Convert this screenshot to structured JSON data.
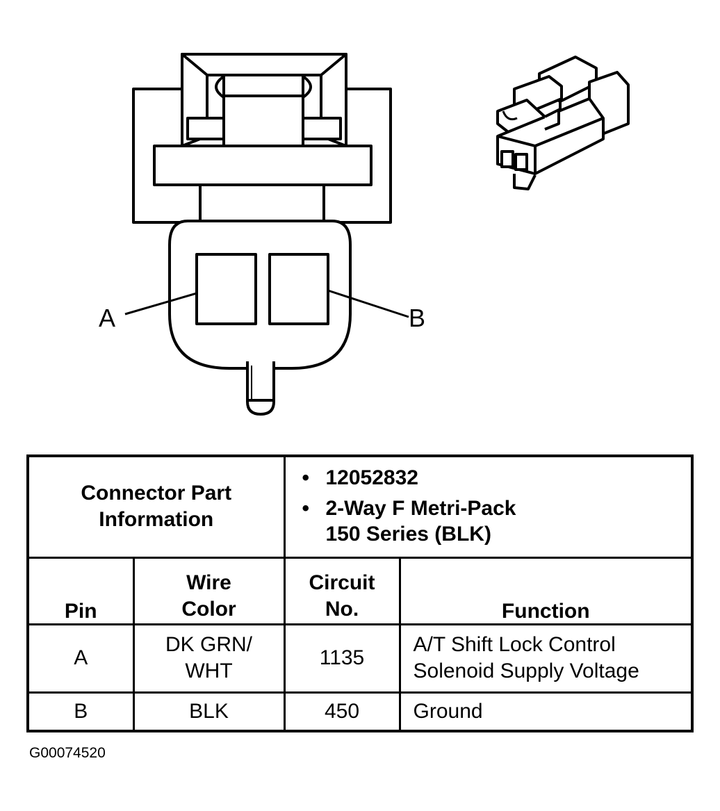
{
  "pin_labels": {
    "a": "A",
    "b": "B"
  },
  "connector_info": {
    "header": "Connector Part\nInformation",
    "items": [
      "12052832",
      "2-Way F Metri-Pack\n150 Series (BLK)"
    ]
  },
  "columns": {
    "pin": "Pin",
    "wire_color": "Wire\nColor",
    "circuit": "Circuit\nNo.",
    "function": "Function"
  },
  "rows": [
    {
      "pin": "A",
      "wire_color": "DK GRN/\nWHT",
      "circuit": "1135",
      "function": "A/T Shift Lock Control\nSolenoid Supply Voltage"
    },
    {
      "pin": "B",
      "wire_color": "BLK",
      "circuit": "450",
      "function": "Ground"
    }
  ],
  "figure_id": "G00074520"
}
